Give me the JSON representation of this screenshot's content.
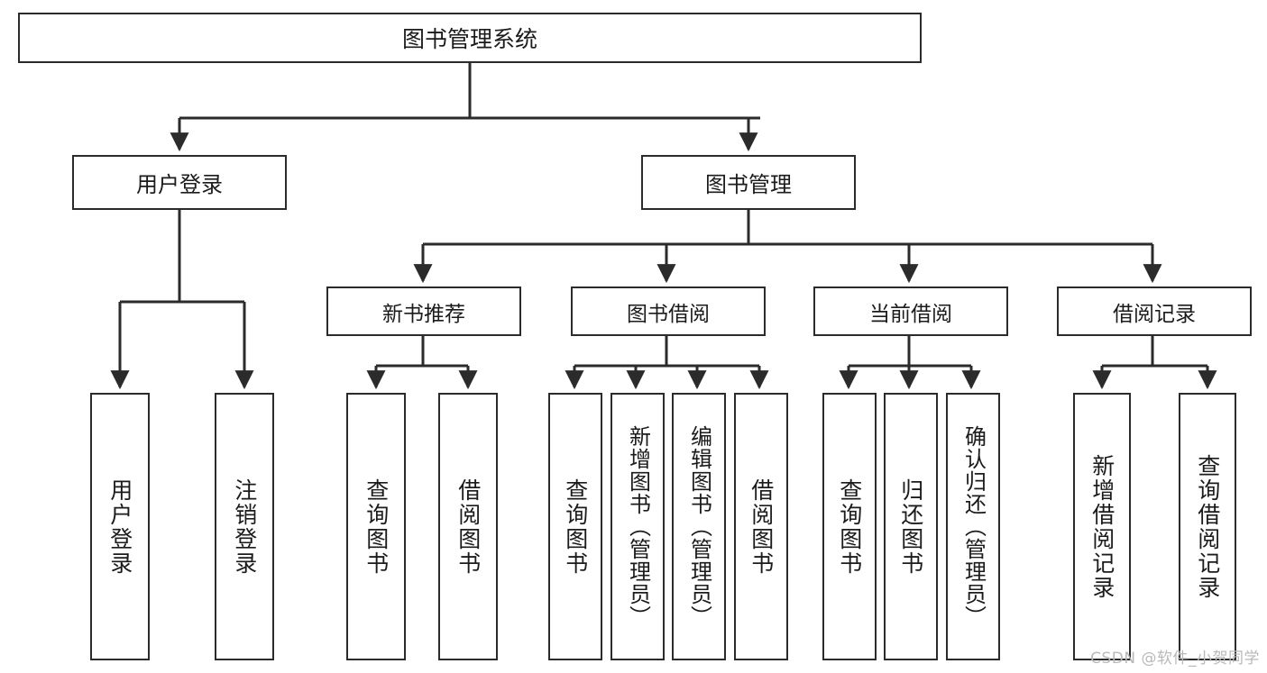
{
  "diagram": {
    "title_node": {
      "label": "图书管理系统"
    },
    "watermark": "CSDN @软件_小贺同学",
    "level1": [
      {
        "id": "user-login",
        "label": "用户登录"
      },
      {
        "id": "book-management",
        "label": "图书管理"
      }
    ],
    "level2": [
      {
        "id": "new-book-recommend",
        "label": "新书推荐"
      },
      {
        "id": "book-borrow",
        "label": "图书借阅"
      },
      {
        "id": "current-borrow",
        "label": "当前借阅"
      },
      {
        "id": "borrow-record",
        "label": "借阅记录"
      }
    ],
    "leaves": {
      "user_login": [
        {
          "id": "leaf-user-login",
          "label": "用户登录"
        },
        {
          "id": "leaf-user-logout",
          "label": "注销登录"
        }
      ],
      "new_book_recommend": [
        {
          "id": "leaf-query-book-1",
          "label": "查询图书"
        },
        {
          "id": "leaf-borrow-book-1",
          "label": "借阅图书"
        }
      ],
      "book_borrow": [
        {
          "id": "leaf-query-book-2",
          "label": "查询图书"
        },
        {
          "id": "leaf-add-book",
          "label": "新增图书（管理员）"
        },
        {
          "id": "leaf-edit-book",
          "label": "编辑图书（管理员）"
        },
        {
          "id": "leaf-borrow-book-2",
          "label": "借阅图书"
        }
      ],
      "current_borrow": [
        {
          "id": "leaf-query-book-3",
          "label": "查询图书"
        },
        {
          "id": "leaf-return-book",
          "label": "归还图书"
        },
        {
          "id": "leaf-confirm-return",
          "label": "确认归还（管理员）"
        }
      ],
      "borrow_record": [
        {
          "id": "leaf-add-record",
          "label": "新增借阅记录"
        },
        {
          "id": "leaf-query-record",
          "label": "查询借阅记录"
        }
      ]
    }
  },
  "chart_data": {
    "type": "diagram",
    "title": "图书管理系统",
    "orientation": "top-down tree",
    "nodes": [
      {
        "id": "root",
        "label": "图书管理系统",
        "level": 0
      },
      {
        "id": "user-login",
        "label": "用户登录",
        "level": 1,
        "parent": "root"
      },
      {
        "id": "book-management",
        "label": "图书管理",
        "level": 1,
        "parent": "root"
      },
      {
        "id": "new-book-recommend",
        "label": "新书推荐",
        "level": 2,
        "parent": "book-management"
      },
      {
        "id": "book-borrow",
        "label": "图书借阅",
        "level": 2,
        "parent": "book-management"
      },
      {
        "id": "current-borrow",
        "label": "当前借阅",
        "level": 2,
        "parent": "book-management"
      },
      {
        "id": "borrow-record",
        "label": "借阅记录",
        "level": 2,
        "parent": "book-management"
      },
      {
        "id": "leaf-user-login",
        "label": "用户登录",
        "level": 3,
        "parent": "user-login"
      },
      {
        "id": "leaf-user-logout",
        "label": "注销登录",
        "level": 3,
        "parent": "user-login"
      },
      {
        "id": "leaf-query-book-1",
        "label": "查询图书",
        "level": 3,
        "parent": "new-book-recommend"
      },
      {
        "id": "leaf-borrow-book-1",
        "label": "借阅图书",
        "level": 3,
        "parent": "new-book-recommend"
      },
      {
        "id": "leaf-query-book-2",
        "label": "查询图书",
        "level": 3,
        "parent": "book-borrow"
      },
      {
        "id": "leaf-add-book",
        "label": "新增图书（管理员）",
        "level": 3,
        "parent": "book-borrow"
      },
      {
        "id": "leaf-edit-book",
        "label": "编辑图书（管理员）",
        "level": 3,
        "parent": "book-borrow"
      },
      {
        "id": "leaf-borrow-book-2",
        "label": "借阅图书",
        "level": 3,
        "parent": "book-borrow"
      },
      {
        "id": "leaf-query-book-3",
        "label": "查询图书",
        "level": 3,
        "parent": "current-borrow"
      },
      {
        "id": "leaf-return-book",
        "label": "归还图书",
        "level": 3,
        "parent": "current-borrow"
      },
      {
        "id": "leaf-confirm-return",
        "label": "确认归还（管理员）",
        "level": 3,
        "parent": "current-borrow"
      },
      {
        "id": "leaf-add-record",
        "label": "新增借阅记录",
        "level": 3,
        "parent": "borrow-record"
      },
      {
        "id": "leaf-query-record",
        "label": "查询借阅记录",
        "level": 3,
        "parent": "borrow-record"
      }
    ],
    "edge_style": "orthogonal with arrowheads",
    "colors": {
      "box_border": "#2b2b2b",
      "box_fill": "#ffffff",
      "edge": "#2b2b2b",
      "text": "#1b1b1b",
      "watermark": "#b9b9b9"
    }
  }
}
